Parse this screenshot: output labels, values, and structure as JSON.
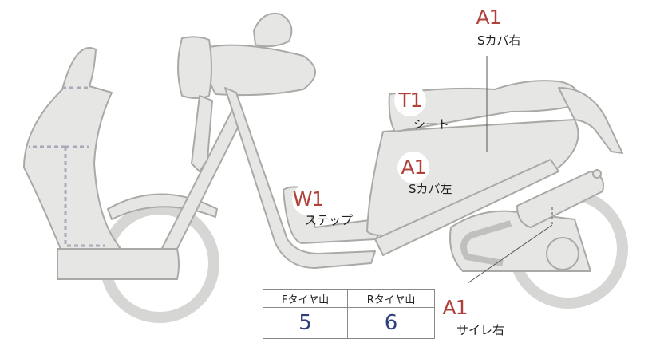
{
  "annotations": [
    {
      "id": "a1-right-cover",
      "code": "A1",
      "label": "Sカバ右"
    },
    {
      "id": "t1-seat",
      "code": "T1",
      "label": "シート"
    },
    {
      "id": "a1-left-cover",
      "code": "A1",
      "label": "Sカバ左"
    },
    {
      "id": "w1-step",
      "code": "W1",
      "label": "ステップ"
    },
    {
      "id": "a1-muffler-right",
      "code": "A1",
      "label": "サイレ右"
    }
  ],
  "tread_depth": {
    "front_label": "Fタイヤ山",
    "rear_label": "Rタイヤ山",
    "front_value": "5",
    "rear_value": "6"
  },
  "colors": {
    "body_fill": "#e6e6e4",
    "body_stroke": "#a9a9a6",
    "badge_text": "#b0403a",
    "value_text": "#2c3f7a"
  }
}
